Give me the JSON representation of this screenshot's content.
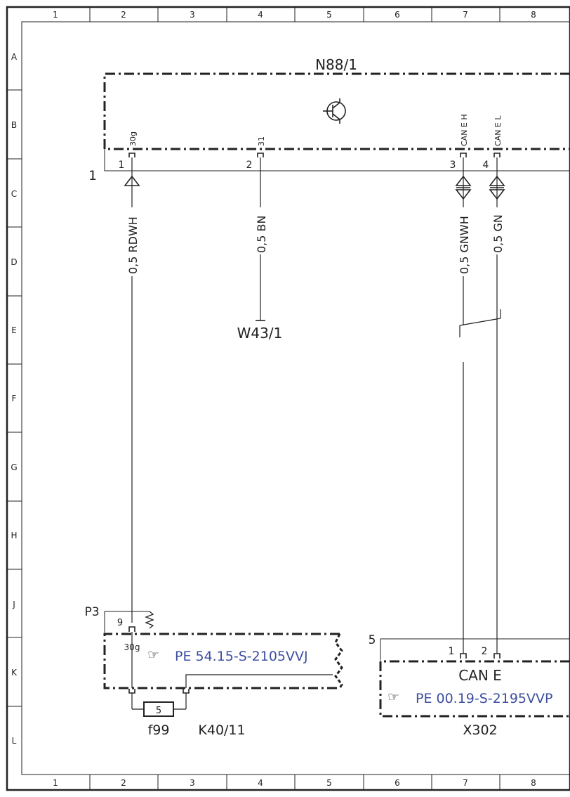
{
  "frame": {
    "col_labels": [
      "1",
      "2",
      "3",
      "4",
      "5",
      "6",
      "7",
      "8"
    ],
    "row_labels": [
      "A",
      "B",
      "C",
      "D",
      "E",
      "F",
      "G",
      "H",
      "J",
      "K",
      "L"
    ]
  },
  "module_n88": {
    "title": "N88/1",
    "connector_id": "1",
    "pins": [
      {
        "num": "1",
        "label": "30g",
        "wire": "0,5 RDWH"
      },
      {
        "num": "2",
        "label": "31",
        "wire": "0,5 BN"
      },
      {
        "num": "3",
        "label": "CAN E H",
        "wire": "0,5 GNWH"
      },
      {
        "num": "4",
        "label": "CAN E L",
        "wire": "0,5 GN"
      }
    ]
  },
  "ground": {
    "label": "W43/1"
  },
  "k40": {
    "connector_id": "P3",
    "pin_num": "9",
    "pin_label": "30g",
    "ref": "PE 54.15-S-2105VVJ",
    "fuse_num": "5",
    "fuse_label": "f99",
    "label": "K40/11"
  },
  "x302": {
    "connector_id": "5",
    "pins": [
      "1",
      "2"
    ],
    "name": "CAN E",
    "ref": "PE 00.19-S-2195VVP",
    "label": "X302"
  },
  "colors": {
    "line": "#222222",
    "link": "#3d4f9f"
  }
}
